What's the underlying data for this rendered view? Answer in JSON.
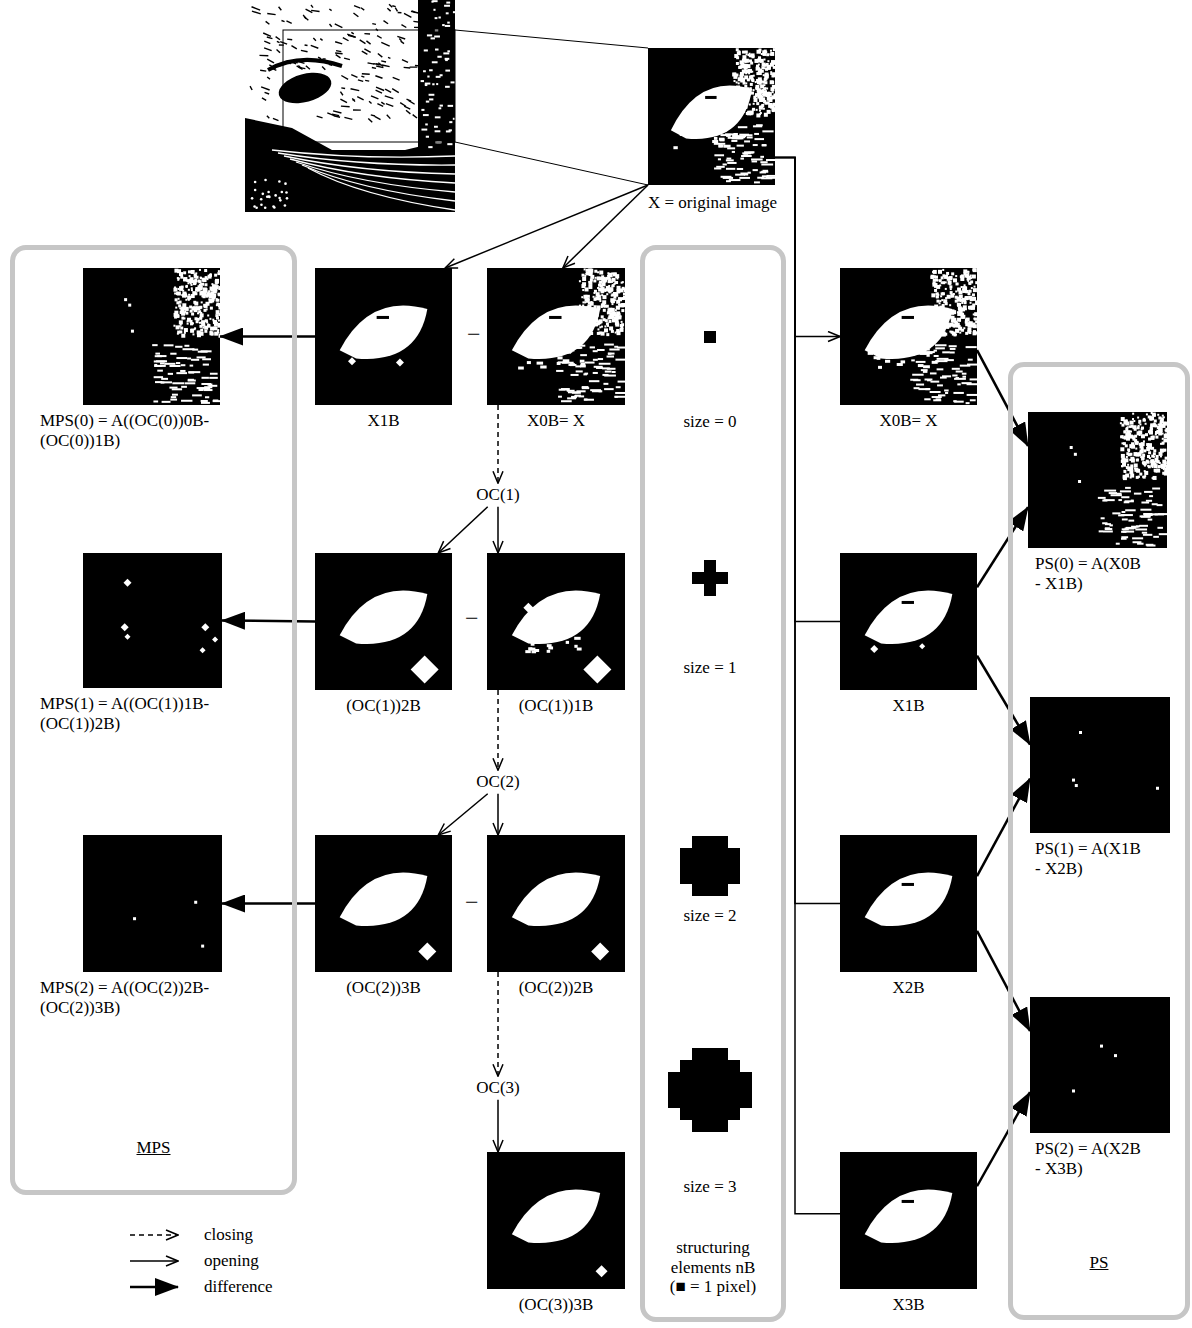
{
  "diagram": {
    "nodes": [
      {
        "text": [
          "X = original image"
        ]
      },
      {
        "text": [
          "MPS"
        ]
      },
      {
        "text": [
          "MPS(0) = A((OC(0))0B- (OC(0))1B)"
        ],
        "in": 1
      },
      {
        "text": [
          "MPS(1) = A((OC(1))1B- (OC(1))2B)"
        ],
        "in": 1
      },
      {
        "text": [
          "MPS(2) = A((OC(2))2B- (OC(2))3B)"
        ],
        "in": 1
      },
      {
        "text": [
          "X1B"
        ]
      },
      {
        "text": [
          "X0B= X"
        ]
      },
      {
        "text": [
          "OC(1)"
        ]
      },
      {
        "text": [
          "(OC(1))2B"
        ]
      },
      {
        "text": [
          "(OC(1))1B"
        ]
      },
      {
        "text": [
          "OC(2)"
        ]
      },
      {
        "text": [
          "(OC(2))3B"
        ]
      },
      {
        "text": [
          "(OC(2))2B"
        ]
      },
      {
        "text": [
          "OC(3)"
        ]
      },
      {
        "text": [
          "(OC(3))3B"
        ]
      },
      {
        "text": [
          "structuring elements nB (■ = 1 pixel)"
        ]
      },
      {
        "text": [
          "size = 0"
        ],
        "in": 15
      },
      {
        "text": [
          "size = 1"
        ],
        "in": 15
      },
      {
        "text": [
          "size = 2"
        ],
        "in": 15
      },
      {
        "text": [
          "size = 3"
        ],
        "in": 15
      },
      {
        "text": [
          "X0B= X"
        ]
      },
      {
        "text": [
          "X1B"
        ]
      },
      {
        "text": [
          "X2B"
        ]
      },
      {
        "text": [
          "X3B"
        ]
      },
      {
        "text": [
          "PS"
        ]
      },
      {
        "text": [
          "PS(0) = A(X0B - X1B)"
        ],
        "in": 24
      },
      {
        "text": [
          "PS(1) = A(X1B - X2B)"
        ],
        "in": 24
      },
      {
        "text": [
          "PS(2) = A(X2B - X3B)"
        ],
        "in": 24
      }
    ],
    "edges": [
      {
        "from": 0,
        "to": 5,
        "arrow": "to"
      },
      {
        "from": 0,
        "to": 6,
        "arrow": "to"
      },
      {
        "from": 0,
        "to": 20,
        "arrow": "to"
      },
      {
        "from": 0,
        "to": 21,
        "arrow": "none"
      },
      {
        "from": 0,
        "to": 22,
        "arrow": "none"
      },
      {
        "from": 0,
        "to": 23,
        "arrow": "none"
      },
      {
        "from": 5,
        "to": 2,
        "arrow": "to"
      },
      {
        "from": 6,
        "to": 7,
        "arrow": "to"
      },
      {
        "from": 7,
        "to": 8,
        "arrow": "to"
      },
      {
        "from": 7,
        "to": 9,
        "arrow": "to"
      },
      {
        "from": 8,
        "to": 3,
        "arrow": "to"
      },
      {
        "from": 9,
        "to": 10,
        "arrow": "to"
      },
      {
        "from": 10,
        "to": 11,
        "arrow": "to"
      },
      {
        "from": 10,
        "to": 12,
        "arrow": "to"
      },
      {
        "from": 11,
        "to": 4,
        "arrow": "to"
      },
      {
        "from": 12,
        "to": 13,
        "arrow": "to"
      },
      {
        "from": 13,
        "to": 14,
        "arrow": "to"
      },
      {
        "from": 20,
        "to": 25,
        "arrow": "to"
      },
      {
        "from": 21,
        "to": 25,
        "arrow": "to"
      },
      {
        "from": 21,
        "to": 26,
        "arrow": "to"
      },
      {
        "from": 22,
        "to": 26,
        "arrow": "to"
      },
      {
        "from": 22,
        "to": 27,
        "arrow": "to"
      },
      {
        "from": 23,
        "to": 27,
        "arrow": "to"
      }
    ],
    "labels": [
      "−",
      "−",
      "−"
    ],
    "legend": [
      {
        "text": "closing"
      },
      {
        "text": "opening"
      },
      {
        "text": "difference"
      }
    ]
  }
}
